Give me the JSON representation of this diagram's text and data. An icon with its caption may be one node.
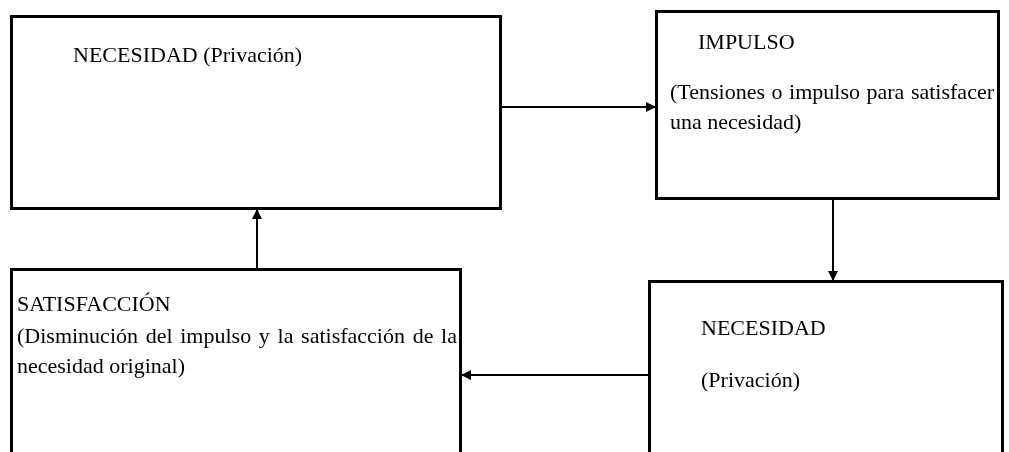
{
  "diagram": {
    "nodes": [
      {
        "text": [
          "NECESIDAD (Privación)"
        ]
      },
      {
        "text": [
          "IMPULSO",
          "(Tensiones o impulso para satisfacer una necesidad)"
        ]
      },
      {
        "text": [
          "NECESIDAD",
          "(Privación)"
        ]
      },
      {
        "text": [
          "SATISFACCIÓN",
          "(Disminución del impulso y la satisfacción de la necesidad original)"
        ]
      }
    ],
    "edges": [
      {
        "from": 0,
        "to": 1,
        "arrow": "to"
      },
      {
        "from": 1,
        "to": 2,
        "arrow": "to"
      },
      {
        "from": 2,
        "to": 3,
        "arrow": "to"
      },
      {
        "from": 3,
        "to": 0,
        "arrow": "to"
      }
    ]
  }
}
